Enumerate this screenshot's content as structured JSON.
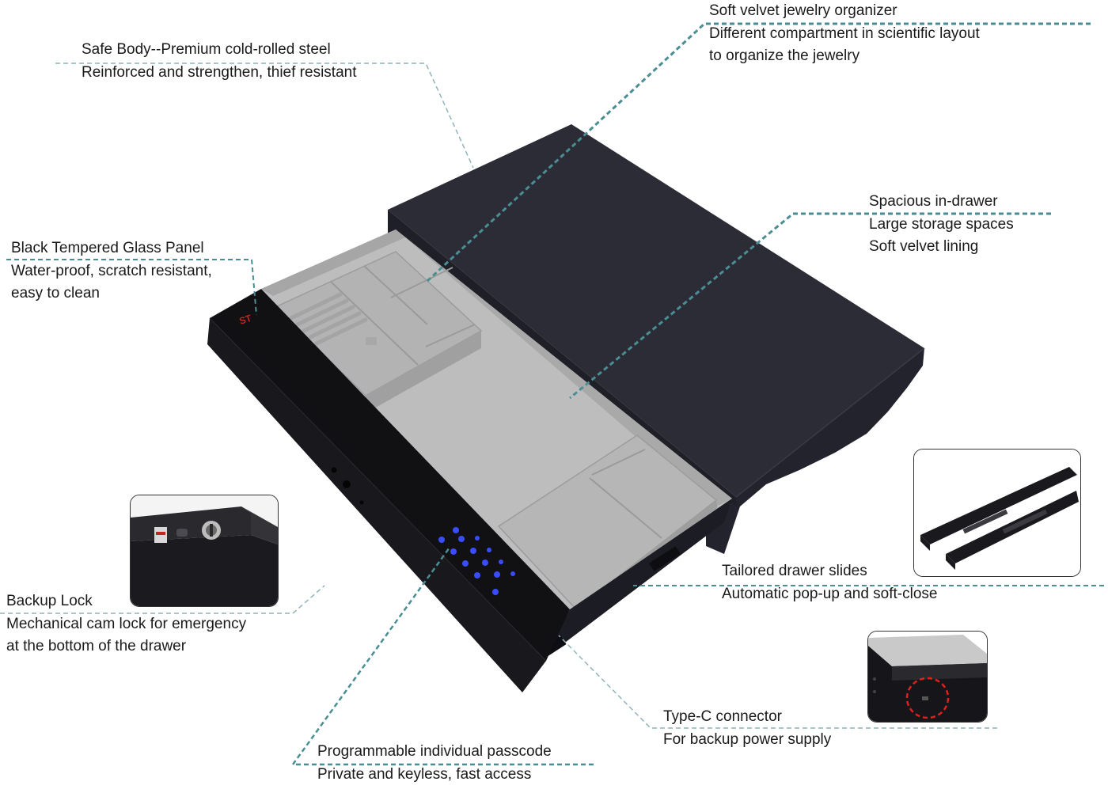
{
  "brand_logo": "ST",
  "callouts": {
    "jewelry_organizer": [
      "Soft velvet jewelry organizer",
      "Different compartment in scientific layout",
      "to organize the jewelry"
    ],
    "safe_body": [
      "Safe Body--Premium cold-rolled steel",
      "Reinforced and strengthen, thief resistant"
    ],
    "glass_panel": [
      "Black Tempered Glass Panel",
      "Water-proof, scratch resistant,",
      "easy to clean"
    ],
    "in_drawer": [
      "Spacious in-drawer",
      "Large storage spaces",
      "Soft velvet lining"
    ],
    "drawer_slides": [
      "Tailored drawer slides",
      "Automatic pop-up and soft-close"
    ],
    "backup_lock": [
      "Backup Lock",
      "Mechanical cam lock for emergency",
      "at the bottom of the drawer"
    ],
    "type_c": [
      "Type-C connector",
      "For backup power supply"
    ],
    "passcode": [
      "Programmable individual passcode",
      "Private and keyless, fast access"
    ]
  },
  "colors": {
    "leader_line": "#4a8e94",
    "safe_body": "#2b2c36",
    "glass_panel": "#111114",
    "velvet": "#bdbdbd",
    "keypad_glow": "#3a4cff",
    "highlight_circle": "#e0201c",
    "brand": "#c0271d"
  },
  "icons": [
    "cam-lock-icon",
    "keypad-icon",
    "type-c-port-icon"
  ]
}
